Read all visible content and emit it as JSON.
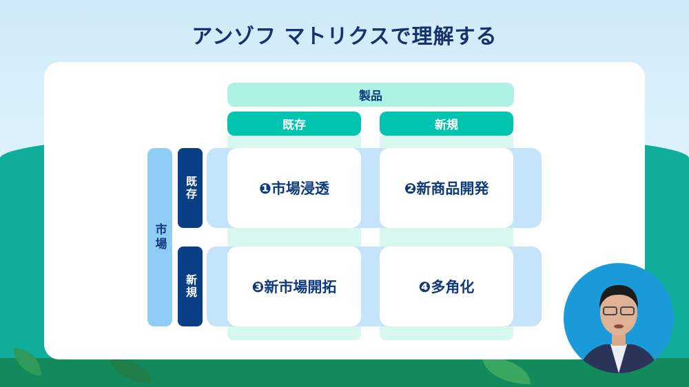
{
  "title": "アンゾフ マトリクスで理解する",
  "matrix": {
    "product_header": "製品",
    "product_columns": [
      "既存",
      "新規"
    ],
    "market_header": "市場",
    "market_rows": [
      "既存",
      "新規"
    ],
    "cells": [
      "❶市場浸透",
      "❷新商品開発",
      "❸新市場開拓",
      "❹多角化"
    ]
  },
  "colors": {
    "title": "#17306e",
    "teal": "#00c4b0",
    "navy": "#0a3f85",
    "light_blue": "#8fcdf8"
  }
}
